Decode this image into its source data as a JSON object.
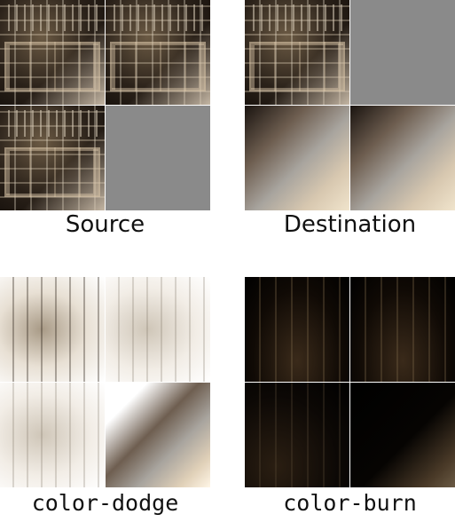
{
  "panels": {
    "source": {
      "caption": "Source",
      "tiles": [
        "photo",
        "photo",
        "photo",
        "gray"
      ]
    },
    "destination": {
      "caption": "Destination",
      "tiles": [
        "photo",
        "gray",
        "gradient",
        "gradient"
      ]
    },
    "color_dodge": {
      "caption": "color-dodge",
      "tiles": [
        "dodge-photo",
        "dodge-faded",
        "dodge-faded",
        "dodge-gradient"
      ]
    },
    "color_burn": {
      "caption": "color-burn",
      "tiles": [
        "burn-photo",
        "burn-photo",
        "burn-dark",
        "burn-gradient"
      ]
    }
  }
}
